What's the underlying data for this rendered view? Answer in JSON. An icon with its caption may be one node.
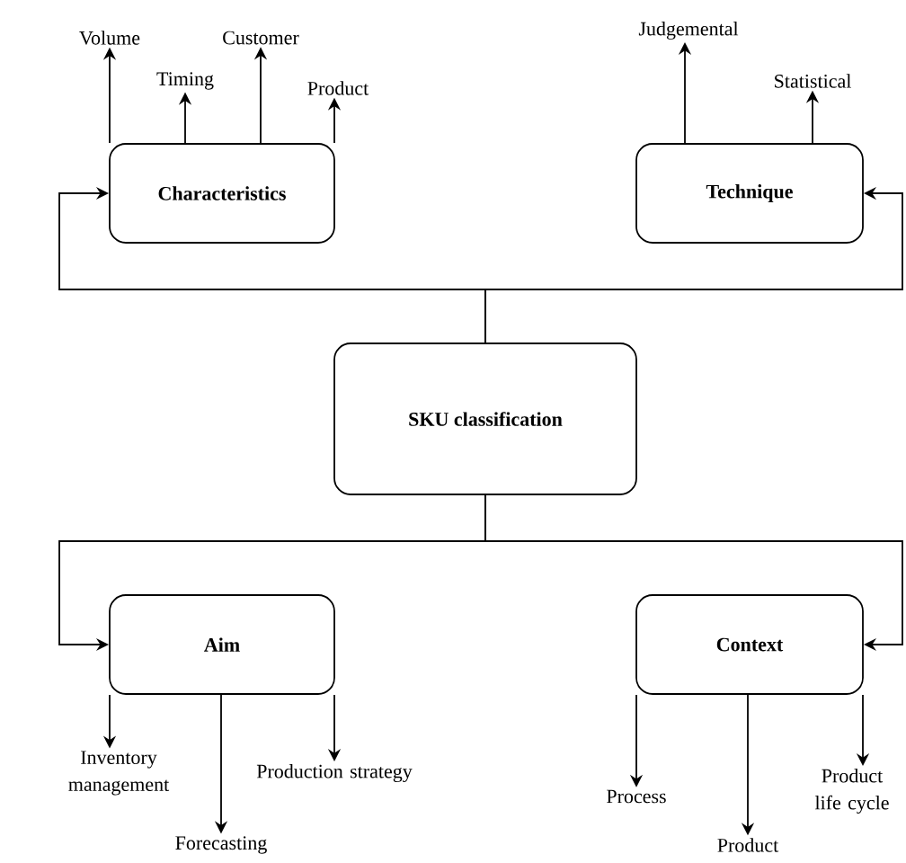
{
  "diagram": {
    "nodes": [
      {
        "text": [
          "Characteristics"
        ]
      },
      {
        "text": [
          "Technique"
        ]
      },
      {
        "text": [
          "SKU classification"
        ]
      },
      {
        "text": [
          "Aim"
        ]
      },
      {
        "text": [
          "Context"
        ]
      },
      {
        "text": [
          "Volume"
        ]
      },
      {
        "text": [
          "Timing"
        ]
      },
      {
        "text": [
          "Customer"
        ]
      },
      {
        "text": [
          "Product"
        ]
      },
      {
        "text": [
          "Judgemental"
        ]
      },
      {
        "text": [
          "Statistical"
        ]
      },
      {
        "text": [
          "Inventory management"
        ]
      },
      {
        "text": [
          "Forecasting"
        ]
      },
      {
        "text": [
          "Production strategy"
        ]
      },
      {
        "text": [
          "Process"
        ]
      },
      {
        "text": [
          "Product"
        ]
      },
      {
        "text": [
          "Product life cycle"
        ]
      }
    ],
    "edges": [
      {
        "from": 2,
        "to": 0,
        "arrow": "to"
      },
      {
        "from": 2,
        "to": 1,
        "arrow": "to"
      },
      {
        "from": 2,
        "to": 3,
        "arrow": "to"
      },
      {
        "from": 2,
        "to": 4,
        "arrow": "to"
      },
      {
        "from": 0,
        "to": 5,
        "arrow": "to"
      },
      {
        "from": 0,
        "to": 6,
        "arrow": "to"
      },
      {
        "from": 0,
        "to": 7,
        "arrow": "to"
      },
      {
        "from": 0,
        "to": 8,
        "arrow": "to"
      },
      {
        "from": 1,
        "to": 9,
        "arrow": "to"
      },
      {
        "from": 1,
        "to": 10,
        "arrow": "to"
      },
      {
        "from": 3,
        "to": 11,
        "arrow": "to"
      },
      {
        "from": 3,
        "to": 12,
        "arrow": "to"
      },
      {
        "from": 3,
        "to": 13,
        "arrow": "to"
      },
      {
        "from": 4,
        "to": 14,
        "arrow": "to"
      },
      {
        "from": 4,
        "to": 15,
        "arrow": "to"
      },
      {
        "from": 4,
        "to": 16,
        "arrow": "to"
      }
    ]
  }
}
